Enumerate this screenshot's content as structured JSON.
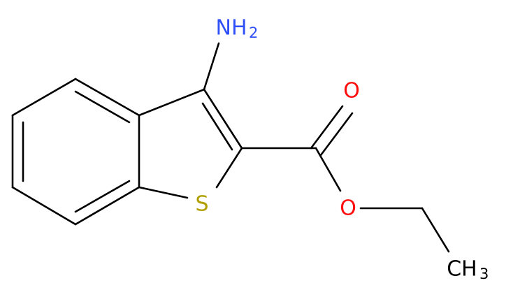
{
  "molecule": {
    "atoms": {
      "amino": {
        "symbol": "NH",
        "subscript": "2",
        "color": "#3050F8"
      },
      "carbonyl_oxygen": {
        "symbol": "O",
        "color": "#FF0D0D"
      },
      "ester_oxygen": {
        "symbol": "O",
        "color": "#FF0D0D"
      },
      "sulfur": {
        "symbol": "S",
        "color": "#B2A000"
      },
      "methyl": {
        "symbol": "CH",
        "subscript": "3",
        "color": "#000000"
      }
    },
    "bond_color": "#000000"
  }
}
